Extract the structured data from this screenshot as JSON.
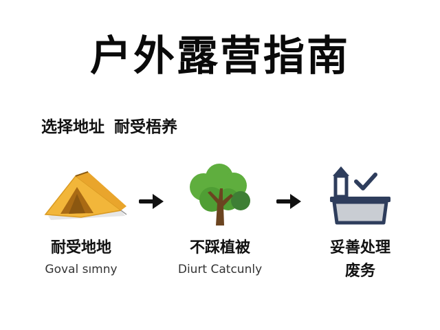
{
  "title": "户外露营指南",
  "subtitle": {
    "part1": "选择地址",
    "part2": "耐受梧养"
  },
  "steps": [
    {
      "icon": "tent-icon",
      "title": "耐受地地",
      "subtitle": "Goval sımny"
    },
    {
      "icon": "tree-icon",
      "title": "不踩植被",
      "subtitle": "Diurt Catcunly"
    },
    {
      "icon": "trash-bin-check-icon",
      "title_line1": "妥善处理",
      "title_line2": "废务"
    }
  ],
  "colors": {
    "tent_yellow": "#F2B63A",
    "tent_dark": "#B9781C",
    "tree_green": "#5FAE3E",
    "tree_dark_green": "#3E7F35",
    "trunk_brown": "#6B4420",
    "bin_navy": "#2E3D5C",
    "bin_gray": "#C9CDD3"
  }
}
